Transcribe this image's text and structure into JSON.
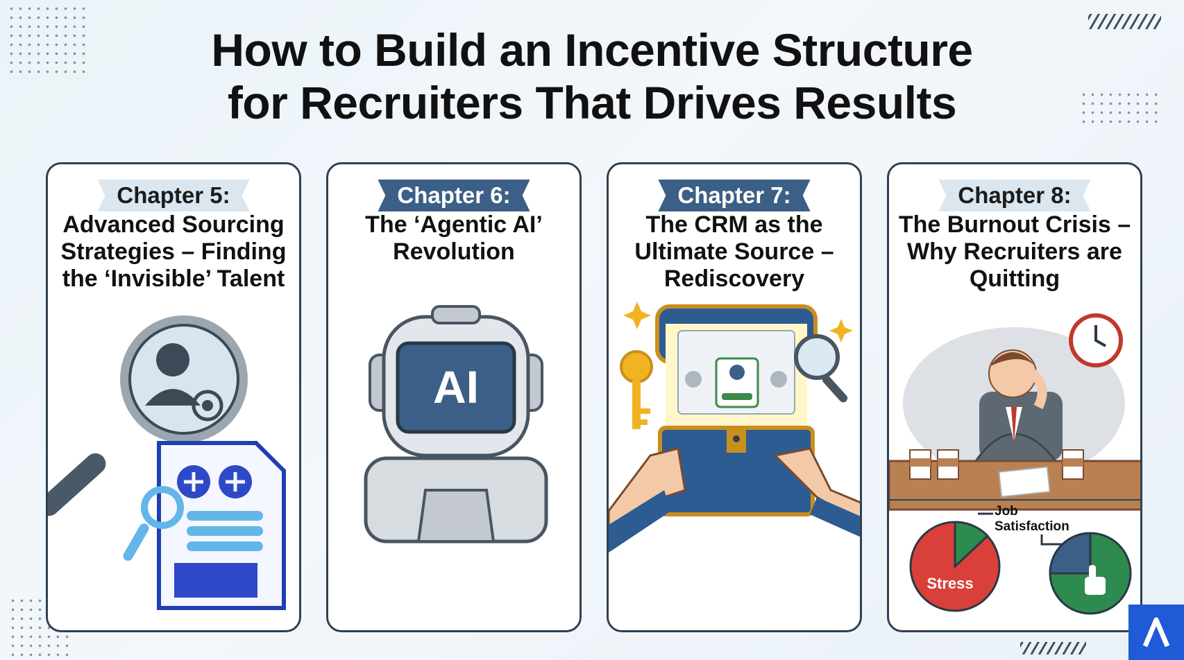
{
  "title": {
    "line1": "How to Build an Incentive Structure",
    "line2": "for Recruiters That Drives Results"
  },
  "cards": [
    {
      "chapter": "Chapter 5:",
      "subtitle": "Advanced Sourcing Strategies – Finding the ‘Invisible’ Talent",
      "icon": "magnifier-profile-document-icon"
    },
    {
      "chapter": "Chapter 6:",
      "subtitle": "The ‘Agentic AI’ Revolution",
      "icon": "ai-robot-icon",
      "screen_text": "AI"
    },
    {
      "chapter": "Chapter 7:",
      "subtitle": "The CRM as the Ultimate Source – Rediscovery",
      "icon": "treasure-chest-icon"
    },
    {
      "chapter": "Chapter 8:",
      "subtitle": "The Burnout Crisis – Why Recruiters are Quitting",
      "icon": "stressed-recruiter-icon",
      "pie_labels": {
        "stress": "Stress",
        "job": "Job",
        "satisfaction": "Satisfaction"
      }
    }
  ],
  "colors": {
    "navy": "#2f4152",
    "ribbon_light": "#dbe6ef",
    "ribbon_dark": "#3b5f86",
    "brand_blue": "#1f5bd6"
  }
}
